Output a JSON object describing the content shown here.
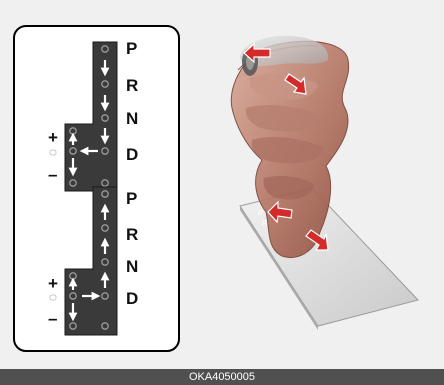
{
  "gates": [
    {
      "positions": [
        "P",
        "R",
        "N",
        "D"
      ],
      "plus": "+",
      "minus": "–"
    },
    {
      "positions": [
        "P",
        "R",
        "N",
        "D"
      ],
      "plus": "+",
      "minus": "–"
    }
  ],
  "caption": "OKA4050005"
}
